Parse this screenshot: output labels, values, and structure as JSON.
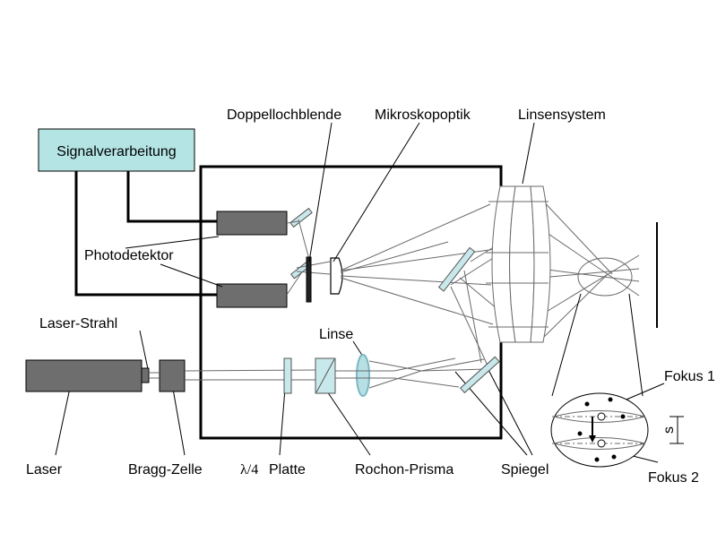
{
  "diagram": {
    "labels": {
      "signal_processing": "Signalverarbeitung",
      "double_pinhole": "Doppellochblende",
      "microscope_optics": "Mikroskopoptik",
      "lens_system": "Linsensystem",
      "photodetector": "Photodetektor",
      "laser_beam": "Laser-Strahl",
      "lens": "Linse",
      "laser": "Laser",
      "bragg_cell": "Bragg-Zelle",
      "quarter_wave_symbol": "λ/4",
      "quarter_wave_plate": "Platte",
      "rochon_prism": "Rochon-Prisma",
      "mirror": "Spiegel",
      "focus_1": "Fokus 1",
      "focus_2": "Fokus 2",
      "separation": "s"
    },
    "colors": {
      "signal_box_fill": "#b4e4e4",
      "component_gray": "#6e6e6e",
      "mirror_fill": "#c8e8ec",
      "lens_fill": "#b8e0e4",
      "line": "#000000",
      "ray": "#6a6a6a"
    }
  }
}
